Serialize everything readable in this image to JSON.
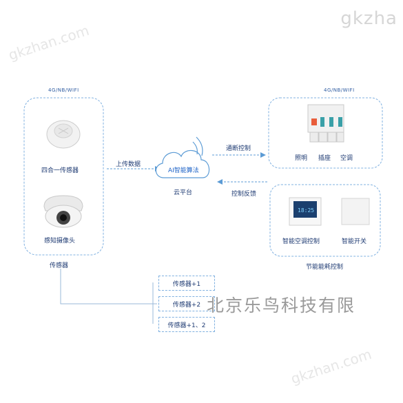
{
  "left_group": {
    "header": "4G/NB/WIFI",
    "items": [
      {
        "label": "四合一传感器",
        "icon": "four-in-one-sensor-icon"
      },
      {
        "label": "感知摄像头",
        "icon": "camera-icon"
      }
    ],
    "caption": "传感器"
  },
  "cloud": {
    "label": "AI智能算法",
    "caption": "云平台",
    "icon": "cloud-icon"
  },
  "arrows": {
    "upload": "上传数据",
    "control": "通断控制",
    "feedback": "控制反馈"
  },
  "right_top": {
    "header": "4G/NB/WIFI",
    "icon": "circuit-breaker-icon",
    "labels": [
      "照明",
      "插座",
      "空调"
    ]
  },
  "right_bottom": {
    "items": [
      {
        "label": "智能空调控制",
        "icon": "thermostat-icon"
      },
      {
        "label": "智能开关",
        "icon": "smart-switch-icon"
      }
    ],
    "caption": "节能能耗控制"
  },
  "sensor_stack": [
    "传感器+1",
    "传感器+2",
    "传感器+1、2"
  ],
  "watermark": "gkzha",
  "watermark_diag": "gkzhan.com",
  "company_text": "北京乐鸟科技有限",
  "colors": {
    "border": "#7fb0e0",
    "arrow": "#5b9bd5",
    "text": "#1f3b73"
  }
}
